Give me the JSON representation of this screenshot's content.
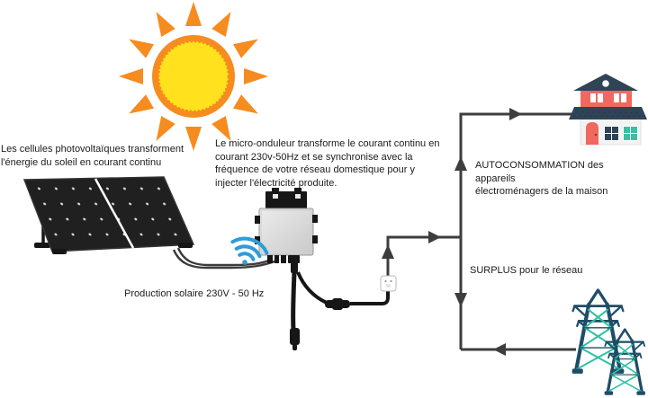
{
  "diagram": {
    "panel_caption": "Les cellules photovoltaïques transforment\nl'énergie du soleil en courant continu",
    "inverter_caption": "Le micro-onduleur transforme le courant continu en\ncourant 230v-50Hz et se synchronise avec la\nfréquence de votre réseau domestique pour y\ninjecter l'électricité produite.",
    "production_label": "Production solaire 230V - 50 Hz",
    "autoconsommation_label": "AUTOCONSOMMATION des appareils\nélectroménagers de la maison",
    "surplus_label": "SURPLUS pour le réseau"
  },
  "icons": {
    "sun": "sun-with-rays",
    "solar_panel": "tilted-photovoltaic-panel",
    "wifi": "wireless-signal",
    "micro_inverter": "grey-inverter-box-with-bracket",
    "power_plug": "white-plug-connector",
    "house": "two-storey-house",
    "pylons": "electricity-transmission-towers"
  },
  "colors": {
    "sun-orange": "#F68B1F",
    "sun-yellow": "#FFE11E",
    "line-gray": "#3D3D3D",
    "text-color": "#1B1B1B",
    "wifi-blue": "#2D9CDB",
    "house-navy": "#2F4456",
    "house-coral": "#F1685E",
    "house-teal": "#3CBFA2",
    "pylon-navy": "#1F4D66",
    "pylon-teal": "#2EC2A4",
    "panel-dark": "#202020",
    "cable-black": "#161616",
    "inverter-grey": "#DCDCDC"
  }
}
